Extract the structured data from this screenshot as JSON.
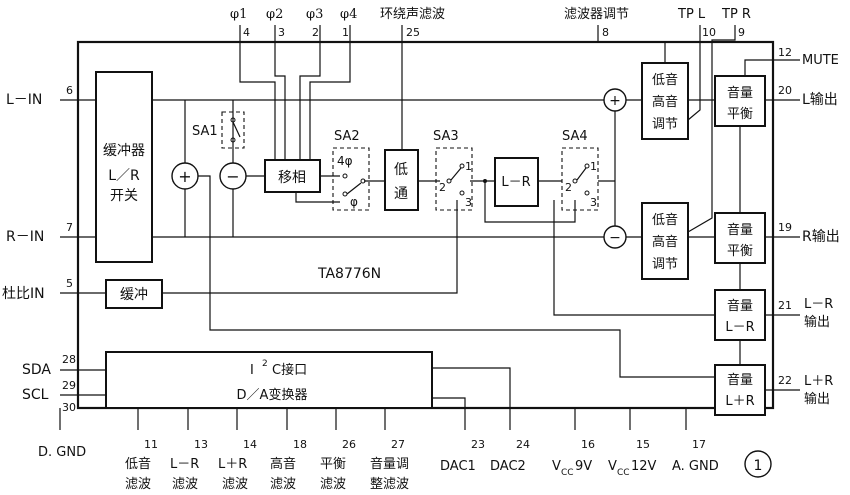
{
  "chip": "TA8776N",
  "figure_number": "①",
  "top_labels": {
    "phi1": "φ1",
    "phi2": "φ2",
    "phi3": "φ3",
    "phi4": "φ4",
    "surround_filter": "环绕声滤波",
    "filter_adjust": "滤波器调节",
    "tp_l": "TP L",
    "tp_r": "TP R",
    "mute": "MUTE"
  },
  "pins": {
    "p1": "1",
    "p2": "2",
    "p3": "3",
    "p4": "4",
    "p5": "5",
    "p6": "6",
    "p7": "7",
    "p8": "8",
    "p9": "9",
    "p10": "10",
    "p11": "11",
    "p12": "12",
    "p13": "13",
    "p14": "14",
    "p15": "15",
    "p16": "16",
    "p17": "17",
    "p18": "18",
    "p19": "19",
    "p20": "20",
    "p21": "21",
    "p22": "22",
    "p23": "23",
    "p24": "24",
    "p25": "25",
    "p26": "26",
    "p27": "27",
    "p28": "28",
    "p29": "29",
    "p30": "30"
  },
  "inputs": {
    "l_in": "L－IN",
    "r_in": "R－IN",
    "dolby_in": "杜比IN",
    "sda": "SDA",
    "scl": "SCL",
    "dgnd": "D. GND"
  },
  "outputs": {
    "l_out": "L输出",
    "r_out": "R输出",
    "lmr_out_1": "L－R",
    "lmr_out_2": "输出",
    "lpr_out_1": "L＋R",
    "lpr_out_2": "输出"
  },
  "blocks": {
    "buffer_switch": [
      "缓冲器",
      "L／R",
      "开关"
    ],
    "phase_shift": "移相",
    "lowpass": [
      "低",
      "通"
    ],
    "l_minus_r": "L－R",
    "buffer": "缓冲",
    "tone_l": [
      "低音",
      "高音",
      "调节"
    ],
    "tone_r": [
      "低音",
      "高音",
      "调节"
    ],
    "vol_bal_l": [
      "音量",
      "平衡"
    ],
    "vol_bal_r": [
      "音量",
      "平衡"
    ],
    "vol_lmr": [
      "音量",
      "L－R"
    ],
    "vol_lpr": [
      "音量",
      "L＋R"
    ],
    "i2c_1": "C接口",
    "i2c_2": "D／A变换器",
    "i2c_prefix": "I",
    "i2c_sup": "2"
  },
  "switches": {
    "sa1": "SA1",
    "sa2": "SA2",
    "sa3": "SA3",
    "sa4": "SA4",
    "sa2_top": "4φ",
    "sa2_bot": "φ",
    "n1": "1",
    "n2": "2",
    "n3": "3"
  },
  "symbols": {
    "plus": "+",
    "minus": "−"
  },
  "bottom_labels": {
    "bass_1": "低音",
    "bass_2": "滤波",
    "lmr_1": "L－R",
    "lmr_2": "滤波",
    "lpr_1": "L＋R",
    "lpr_2": "滤波",
    "treble_1": "高音",
    "treble_2": "滤波",
    "bal_1": "平衡",
    "bal_2": "滤波",
    "vol_1": "音量调",
    "vol_2": "整滤波",
    "dac1": "DAC1",
    "dac2": "DAC2",
    "vcc9": "V",
    "vcc9_sub": "CC",
    "vcc9_val": "9V",
    "vcc12": "V",
    "vcc12_sub": "CC",
    "vcc12_val": "12V",
    "agnd": "A. GND"
  }
}
